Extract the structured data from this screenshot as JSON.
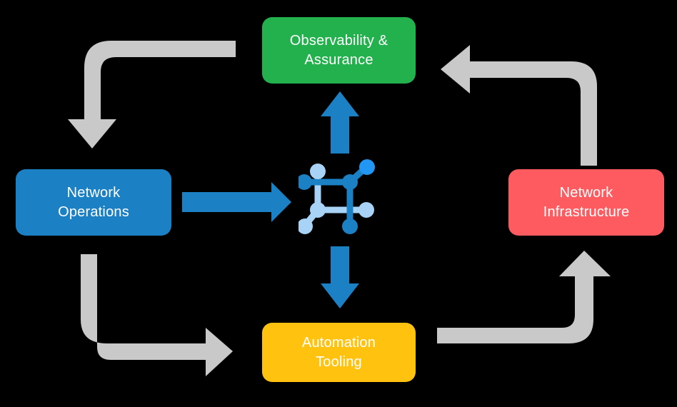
{
  "diagram": {
    "title": "Network automation closed-loop cycle",
    "background_color": "#000000",
    "nodes": [
      {
        "id": "observability",
        "label": "Observability &\nAssurance",
        "color": "#22b14c",
        "text_color": "#ffffff",
        "position": "top"
      },
      {
        "id": "operations",
        "label": "Network\nOperations",
        "color": "#1b81c4",
        "text_color": "#ffffff",
        "position": "left"
      },
      {
        "id": "infrastructure",
        "label": "Network\nInfrastructure",
        "color": "#fd5b5f",
        "text_color": "#ffffff",
        "position": "right"
      },
      {
        "id": "automation",
        "label": "Automation\nTooling",
        "color": "#ffc20e",
        "text_color": "#ffffff",
        "position": "bottom"
      }
    ],
    "center_icon": {
      "name": "network-topology-icon",
      "primary_color": "#1b81c4",
      "secondary_color": "#a8d3f7",
      "accent_color": "#2196f3"
    },
    "blue_arrows": [
      {
        "id": "operations-to-center",
        "direction": "right",
        "color": "#1b81c4"
      },
      {
        "id": "center-to-observability",
        "direction": "up",
        "color": "#1b81c4"
      },
      {
        "id": "center-to-automation",
        "direction": "down",
        "color": "#1b81c4"
      }
    ],
    "gray_arrows": [
      {
        "id": "observability-to-operations",
        "color": "#c9c9c9",
        "turn": "left-then-down"
      },
      {
        "id": "operations-to-automation",
        "color": "#c9c9c9",
        "turn": "down-then-right"
      },
      {
        "id": "automation-to-infrastructure",
        "color": "#c9c9c9",
        "turn": "right-then-up"
      },
      {
        "id": "infrastructure-to-observability",
        "color": "#c9c9c9",
        "turn": "up-then-left"
      }
    ]
  }
}
